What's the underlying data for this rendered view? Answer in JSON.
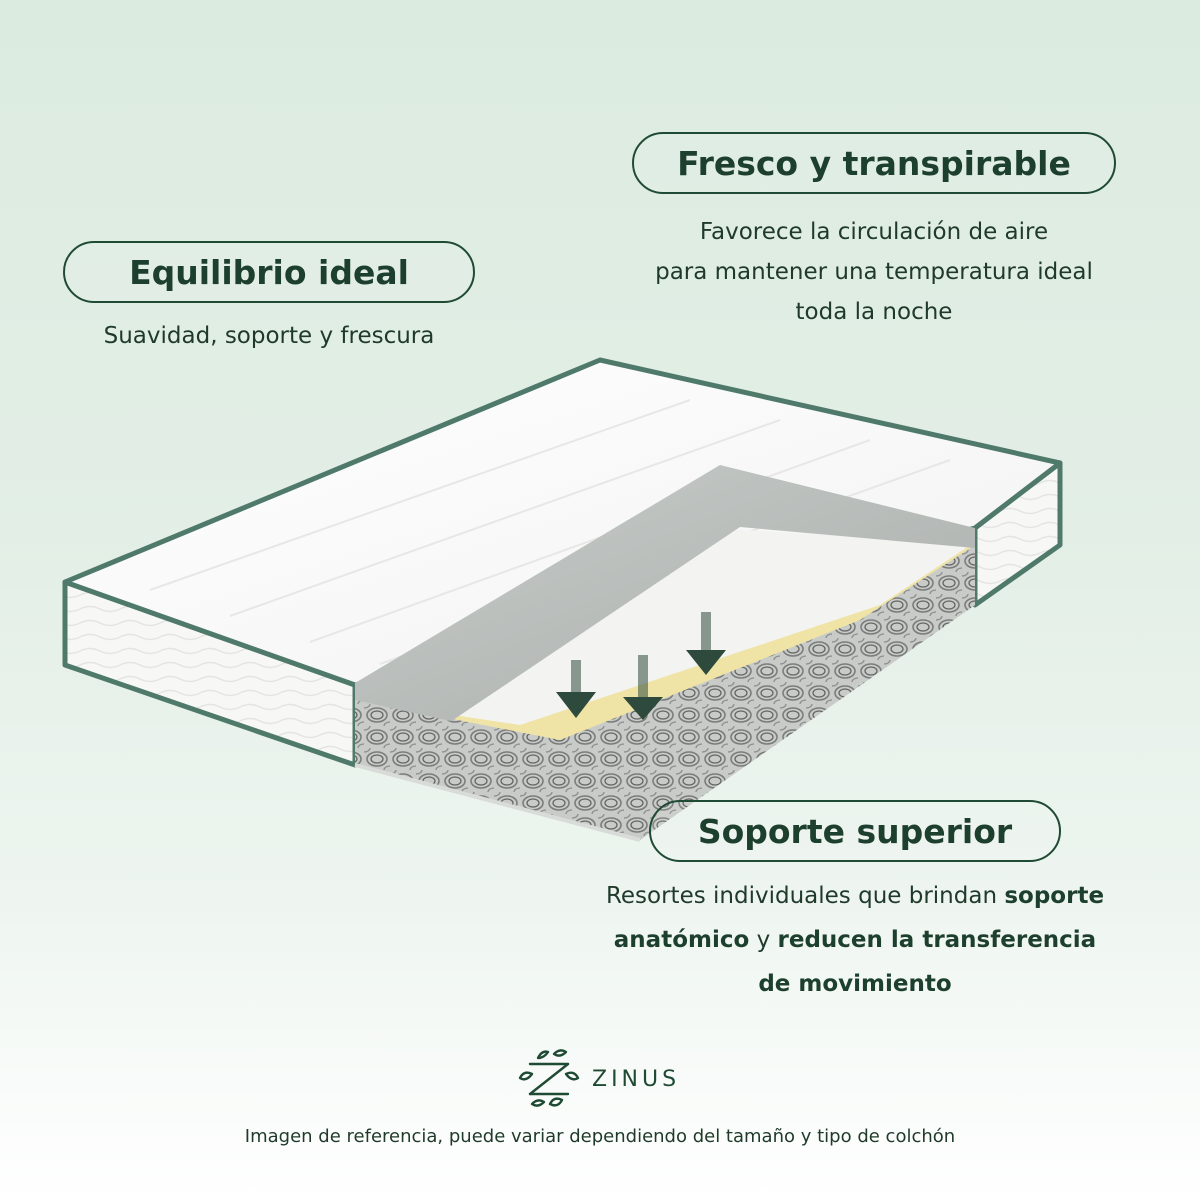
{
  "features": {
    "equilibrio": {
      "title": "Equilibrio ideal",
      "description": "Suavidad, soporte y frescura"
    },
    "fresco": {
      "title": "Fresco y transpirable",
      "line1": "Favorece la circulación de aire",
      "line2": "para mantener una temperatura ideal",
      "line3": "toda la noche"
    },
    "soporte": {
      "title": "Soporte superior",
      "text1": "Resortes individuales que brindan ",
      "bold1a": "soporte",
      "bold1b": "anatómico",
      "text2": " y ",
      "bold2": "reducen la transferencia",
      "bold3": "de movimiento"
    }
  },
  "brand": {
    "name": "ZINUS",
    "icon": "zinus-leaf-logo-icon"
  },
  "disclaimer": "Imagen de referencia, puede variar dependiendo del tamaño y tipo de colchón",
  "illustration": {
    "icon": "mattress-cutaway-illustration",
    "arrows": 3
  },
  "colors": {
    "brand_green": "#1d3f2d",
    "piping": "#4f7a6b",
    "memory_foam": "#f0e6a9",
    "gray_foam": "#b9bdbb"
  }
}
